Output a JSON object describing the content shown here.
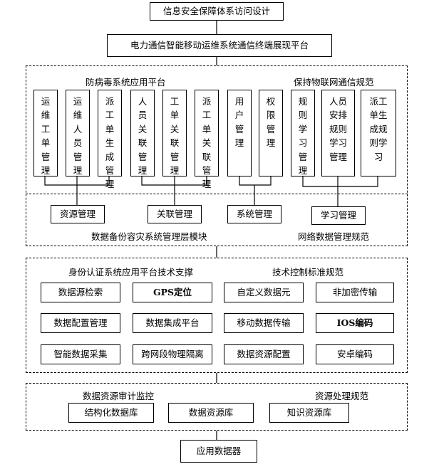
{
  "top": {
    "title": "信息安全保障体系访问设计",
    "platform": "电力通信智能移动运维系统通信终端展现平台"
  },
  "section1": {
    "antivirus_label": "防病毒系统应用平台",
    "iot_label": "保持物联网通信规范",
    "modules": [
      "运维工单管理",
      "运维人员管理",
      "派工单生成管理",
      "人员关联管理",
      "工单关联管理",
      "派工单关联管理",
      "用户管理",
      "权限管理",
      "规则学习管理",
      "人员安排规则学习管理",
      "派工单生成规则学习"
    ],
    "groups": [
      "资源管理",
      "关联管理",
      "系统管理",
      "学习管理"
    ],
    "backup_label": "数据备份容灾系统管理层模块",
    "network_label": "网络数据管理规范"
  },
  "section2": {
    "identity_label": "身份认证系统应用平台技术支撑",
    "tech_label": "技术控制标准规范",
    "items": [
      "数据源检索",
      "GPS定位",
      "自定义数据元",
      "非加密传输",
      "数据配置管理",
      "数据集成平台",
      "移动数据传输",
      "IOS编码",
      "智能数据采集",
      "跨网段物理隔离",
      "数据资源配置",
      "安卓编码"
    ]
  },
  "section3": {
    "audit_label": "数据资源审计监控",
    "process_label": "资源处理规范",
    "items": [
      "结构化数据库",
      "数据资源库",
      "知识资源库"
    ]
  },
  "bottom": {
    "db": "应用数据器"
  }
}
